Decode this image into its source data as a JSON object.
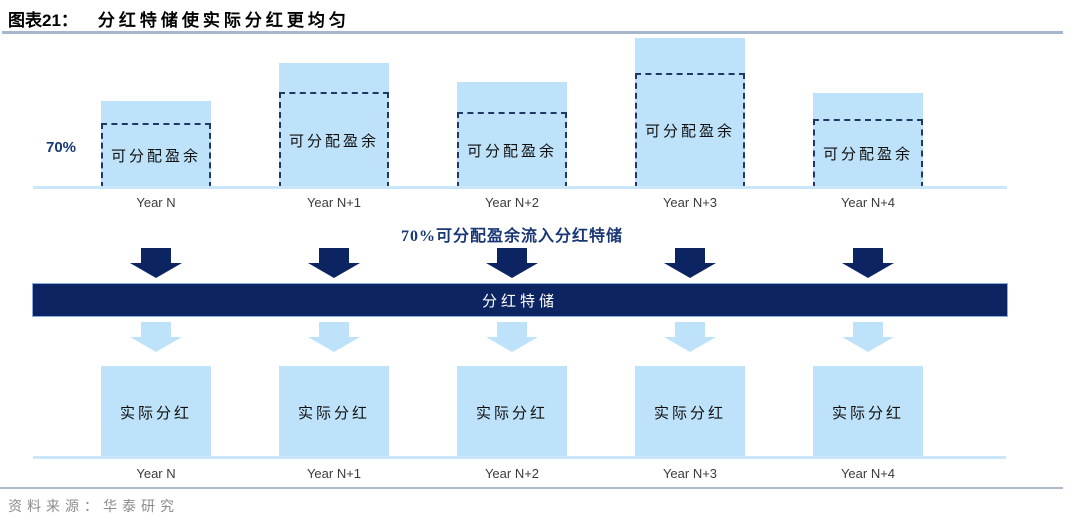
{
  "title": {
    "prefix": "图表21：",
    "text": "分红特储使实际分红更均匀"
  },
  "top_section": {
    "percent_label": "70%",
    "bar_label": "可分配盈余",
    "year_labels": [
      "Year N",
      "Year N+1",
      "Year N+2",
      "Year N+3",
      "Year N+4"
    ]
  },
  "flow_section": {
    "caption": "70%可分配盈余流入分红特储",
    "reservoir_label": "分红特储"
  },
  "bottom_section": {
    "box_label": "实际分红",
    "year_labels": [
      "Year N",
      "Year N+1",
      "Year N+2",
      "Year N+3",
      "Year N+4"
    ]
  },
  "source_note": "资料来源：华泰研究",
  "colors": {
    "navy": "#0D2463",
    "light_blue": "#BEE2F9",
    "dashed_border": "#1F3864",
    "accent_navy": "#1A3876",
    "baseline_blue": "#C9E6FA",
    "title_rule": "#A5B7CC",
    "source_rule": "#AFBACD",
    "source_gray": "#8C8C8C"
  },
  "chart_data": {
    "type": "bar",
    "title": "分红特储使实际分红更均匀",
    "categories": [
      "Year N",
      "Year N+1",
      "Year N+2",
      "Year N+3",
      "Year N+4"
    ],
    "series": [
      {
        "name": "可分配盈余（全部，浅蓝柱，示意高度）",
        "values": [
          87,
          125,
          106,
          150,
          95
        ]
      },
      {
        "name": "可分配盈余·70%（虚线框，示意高度）",
        "values": [
          65,
          96,
          76,
          115,
          69
        ]
      },
      {
        "name": "实际分红（均匀派发，示意高度）",
        "values": [
          92,
          92,
          92,
          92,
          92
        ]
      }
    ],
    "unit": "relative schematic height",
    "annotations": [
      "70%",
      "70%可分配盈余流入分红特储",
      "分红特储"
    ],
    "legend_position": "none",
    "grid": false
  }
}
